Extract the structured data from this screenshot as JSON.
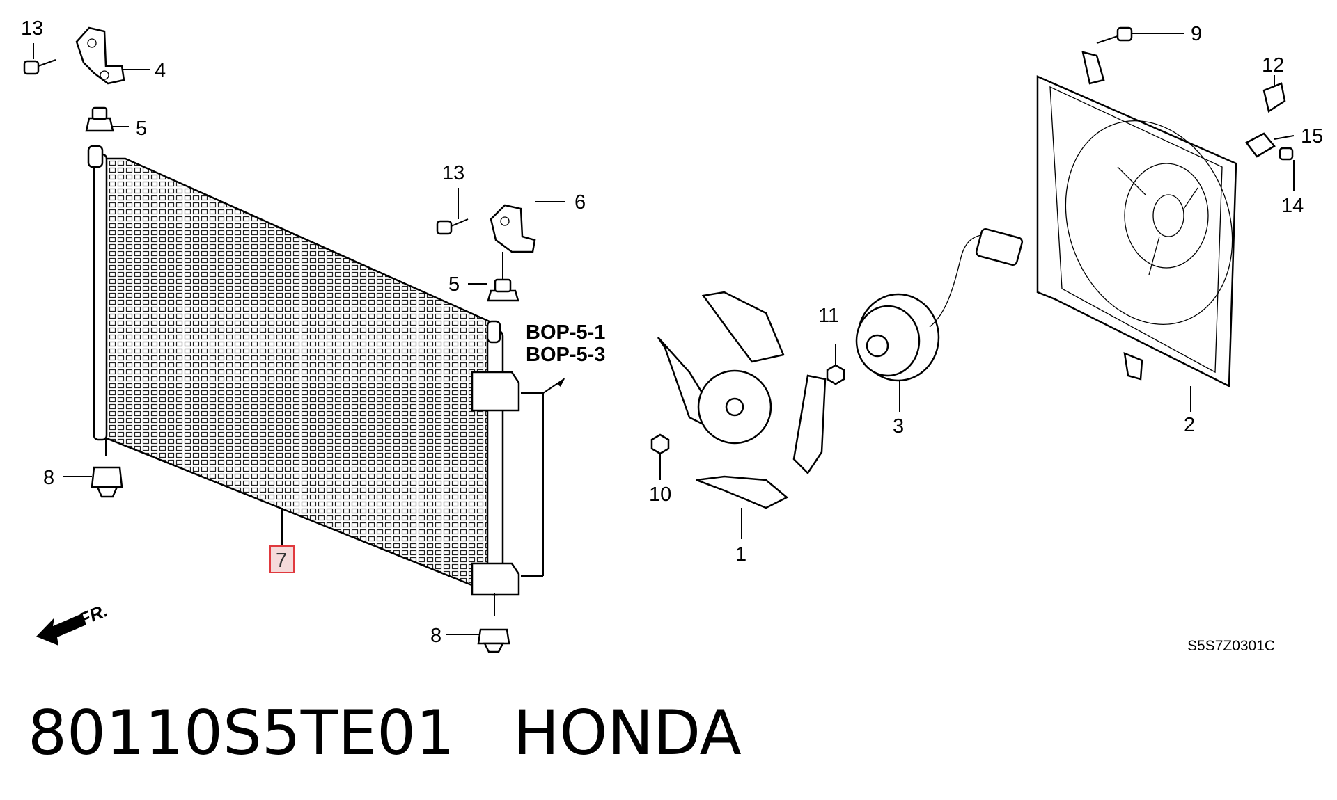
{
  "caption": {
    "part_number": "80110S5TE01",
    "brand": "HONDA"
  },
  "diagram": {
    "callouts": [
      "1",
      "2",
      "3",
      "4",
      "5",
      "5",
      "6",
      "7",
      "8",
      "8",
      "9",
      "10",
      "11",
      "12",
      "13",
      "13",
      "14",
      "15"
    ],
    "highlighted_callout": "7",
    "references": [
      "BOP-5-1",
      "BOP-5-3"
    ],
    "front_label": "FR.",
    "drawing_code": "S5S7Z0301C",
    "highlight_color": "#e0393e"
  }
}
